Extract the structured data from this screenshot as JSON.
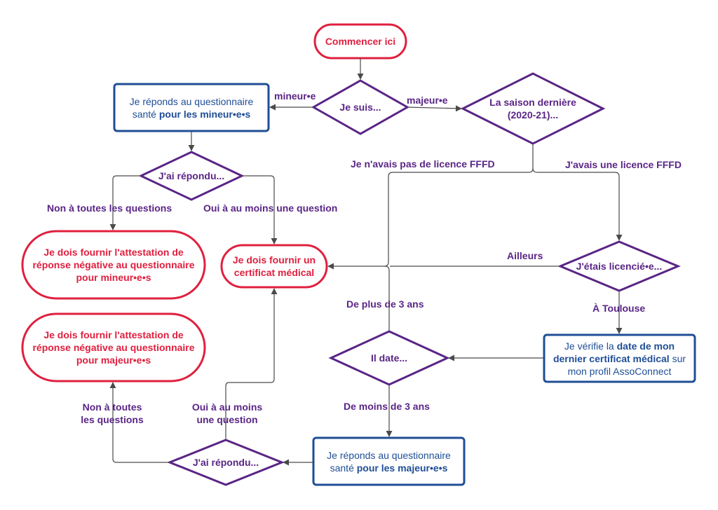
{
  "colors": {
    "terminal": "#e0203f",
    "decision": "#5a2586",
    "process": "#1f4e96",
    "arrow": "#4a4a4a"
  },
  "nodes": {
    "start": "Commencer ici",
    "je_suis": "Je suis...",
    "saison_derniere": "La saison dernière (2020-21)...",
    "questionnaire_mineurs": {
      "pre": "Je réponds au questionnaire santé ",
      "bold": "pour les mineur•e•s"
    },
    "jai_repondu_mineurs": "J'ai répondu...",
    "attestation_mineurs": "Je dois fournir l'attestation de réponse négative au questionnaire pour mineur•e•s",
    "certificat_medical": "Je dois fournir un certificat médical",
    "attestation_majeurs": "Je dois fournir l'attestation de réponse négative au questionnaire pour majeur•e•s",
    "etais_licencie": "J'étais licencié•e...",
    "verifie_date": {
      "pre": "Je vérifie la ",
      "bold": "date de mon dernier certificat médical",
      "post": " sur mon profil AssoConnect"
    },
    "il_date": "Il date...",
    "questionnaire_majeurs": {
      "pre": "Je réponds au questionnaire santé ",
      "bold": "pour les majeur•e•s"
    },
    "jai_repondu_majeurs": "J'ai répondu..."
  },
  "edges": {
    "mineur": "mineur•e",
    "majeur": "majeur•e",
    "pas_licence": "Je n'avais pas de licence FFFD",
    "avait_licence": "J'avais une licence FFFD",
    "non_toutes_mineurs": "Non à toutes les questions",
    "oui_une_mineurs": "Oui à au moins une question",
    "ailleurs": "Ailleurs",
    "toulouse": "À Toulouse",
    "plus_3_ans": "De plus de 3 ans",
    "moins_3_ans": "De moins de 3 ans",
    "non_toutes_majeurs": "Non à toutes les questions",
    "oui_une_majeurs": "Oui à au moins une question"
  }
}
